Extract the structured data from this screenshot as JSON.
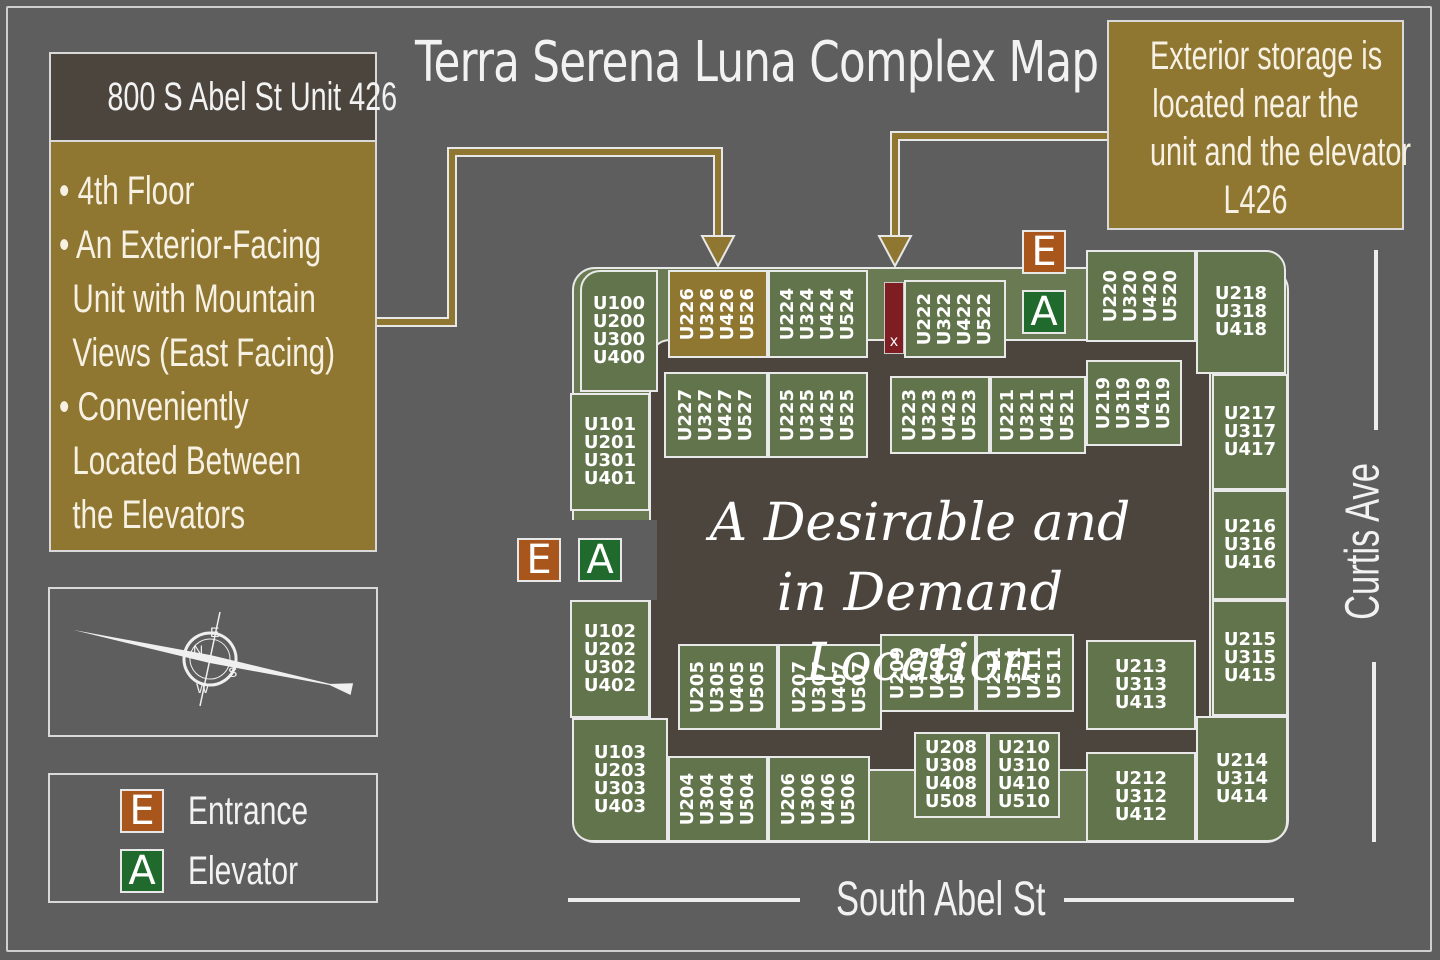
{
  "title": "Terra Serena Luna Complex Map",
  "address": {
    "heading": "800 S Abel St Unit 426",
    "lines": [
      "• 4th Floor",
      "• An Exterior-Facing",
      "Unit with Mountain",
      "Views (East Facing)",
      "• Conveniently",
      "Located Between",
      "the Elevators"
    ]
  },
  "storage_note": {
    "lines": [
      "Exterior storage is",
      "located near the",
      "unit and the elevator",
      "L426"
    ]
  },
  "storage_marker": "x",
  "center_caption": {
    "line1": "A Desirable and",
    "line2": "in Demand Location"
  },
  "streets": {
    "bottom": "South Abel St",
    "right": "Curtis Ave"
  },
  "compass": {
    "letters": [
      "N",
      "E",
      "S",
      "W"
    ]
  },
  "legend": {
    "entrance_code": "E",
    "entrance_label": "Entrance",
    "elevator_code": "A",
    "elevator_label": "Elevator"
  },
  "markers": {
    "top_entrance": "E",
    "top_elevator": "A",
    "left_entrance": "E",
    "left_elevator": "A"
  },
  "colors": {
    "background": "#5e5e5e",
    "unit": "#62744b",
    "highlight": "#8f7631",
    "courtyard": "#4c453e",
    "entrance": "#a8561c",
    "elevator": "#1f6a2c",
    "storage": "#7e1d22"
  },
  "units": [
    {
      "id": "U100 U200 U300 U400",
      "lines": [
        "U100",
        "U200",
        "U300",
        "U400"
      ],
      "vertical": false,
      "highlight": false
    },
    {
      "id": "U226 U326 U426 U526",
      "lines": [
        "U226",
        "U326",
        "U426",
        "U526"
      ],
      "vertical": true,
      "highlight": true
    },
    {
      "id": "U224 U324 U424 U524",
      "lines": [
        "U224",
        "U324",
        "U424",
        "U524"
      ],
      "vertical": true,
      "highlight": false
    },
    {
      "id": "U222 U322 U422 U522",
      "lines": [
        "U222",
        "U322",
        "U422",
        "U522"
      ],
      "vertical": true,
      "highlight": false
    },
    {
      "id": "U220 U320 U420 U520",
      "lines": [
        "U220",
        "U320",
        "U420",
        "U520"
      ],
      "vertical": true,
      "highlight": false
    },
    {
      "id": "U218 U318 U418",
      "lines": [
        "U218",
        "U318",
        "U418"
      ],
      "vertical": false,
      "highlight": false
    },
    {
      "id": "U101 U201 U301 U401",
      "lines": [
        "U101",
        "U201",
        "U301",
        "U401"
      ],
      "vertical": false,
      "highlight": false
    },
    {
      "id": "U227 U327 U427 U527",
      "lines": [
        "U227",
        "U327",
        "U427",
        "U527"
      ],
      "vertical": true,
      "highlight": false
    },
    {
      "id": "U225 U325 U425 U525",
      "lines": [
        "U225",
        "U325",
        "U425",
        "U525"
      ],
      "vertical": true,
      "highlight": false
    },
    {
      "id": "U223 U323 U423 U523",
      "lines": [
        "U223",
        "U323",
        "U423",
        "U523"
      ],
      "vertical": true,
      "highlight": false
    },
    {
      "id": "U221 U321 U421 U521",
      "lines": [
        "U221",
        "U321",
        "U421",
        "U521"
      ],
      "vertical": true,
      "highlight": false
    },
    {
      "id": "U219 U319 U419 U519",
      "lines": [
        "U219",
        "U319",
        "U419",
        "U519"
      ],
      "vertical": true,
      "highlight": false
    },
    {
      "id": "U217 U317 U417",
      "lines": [
        "U217",
        "U317",
        "U417"
      ],
      "vertical": false,
      "highlight": false
    },
    {
      "id": "U216 U316 U416",
      "lines": [
        "U216",
        "U316",
        "U416"
      ],
      "vertical": false,
      "highlight": false
    },
    {
      "id": "U102 U202 U302 U402",
      "lines": [
        "U102",
        "U202",
        "U302",
        "U402"
      ],
      "vertical": false,
      "highlight": false
    },
    {
      "id": "U205 U305 U405 U505",
      "lines": [
        "U205",
        "U305",
        "U405",
        "U505"
      ],
      "vertical": true,
      "highlight": false
    },
    {
      "id": "U207 U307 U407 U507",
      "lines": [
        "U207",
        "U307",
        "U407",
        "U507"
      ],
      "vertical": true,
      "highlight": false
    },
    {
      "id": "U209 U309 U409 U509",
      "lines": [
        "U209",
        "U309",
        "U409",
        "U509"
      ],
      "vertical": true,
      "highlight": false
    },
    {
      "id": "U211 U311 U411 U511",
      "lines": [
        "U211",
        "U311",
        "U411",
        "U511"
      ],
      "vertical": true,
      "highlight": false
    },
    {
      "id": "U213 U313 U413",
      "lines": [
        "U213",
        "U313",
        "U413"
      ],
      "vertical": false,
      "highlight": false
    },
    {
      "id": "U215 U315 U415",
      "lines": [
        "U215",
        "U315",
        "U415"
      ],
      "vertical": false,
      "highlight": false
    },
    {
      "id": "U103 U203 U303 U403",
      "lines": [
        "U103",
        "U203",
        "U303",
        "U403"
      ],
      "vertical": false,
      "highlight": false
    },
    {
      "id": "U204 U304 U404 U504",
      "lines": [
        "U204",
        "U304",
        "U404",
        "U504"
      ],
      "vertical": true,
      "highlight": false
    },
    {
      "id": "U206 U306 U406 U506",
      "lines": [
        "U206",
        "U306",
        "U406",
        "U506"
      ],
      "vertical": true,
      "highlight": false
    },
    {
      "id": "U208 U308 U408 U508",
      "lines": [
        "U208",
        "U308",
        "U408",
        "U508"
      ],
      "vertical": false,
      "highlight": false
    },
    {
      "id": "U210 U310 U410 U510",
      "lines": [
        "U210",
        "U310",
        "U410",
        "U510"
      ],
      "vertical": false,
      "highlight": false
    },
    {
      "id": "U212 U312 U412",
      "lines": [
        "U212",
        "U312",
        "U412"
      ],
      "vertical": false,
      "highlight": false
    },
    {
      "id": "U214 U314 U414",
      "lines": [
        "U214",
        "U314",
        "U414"
      ],
      "vertical": false,
      "highlight": false
    }
  ]
}
